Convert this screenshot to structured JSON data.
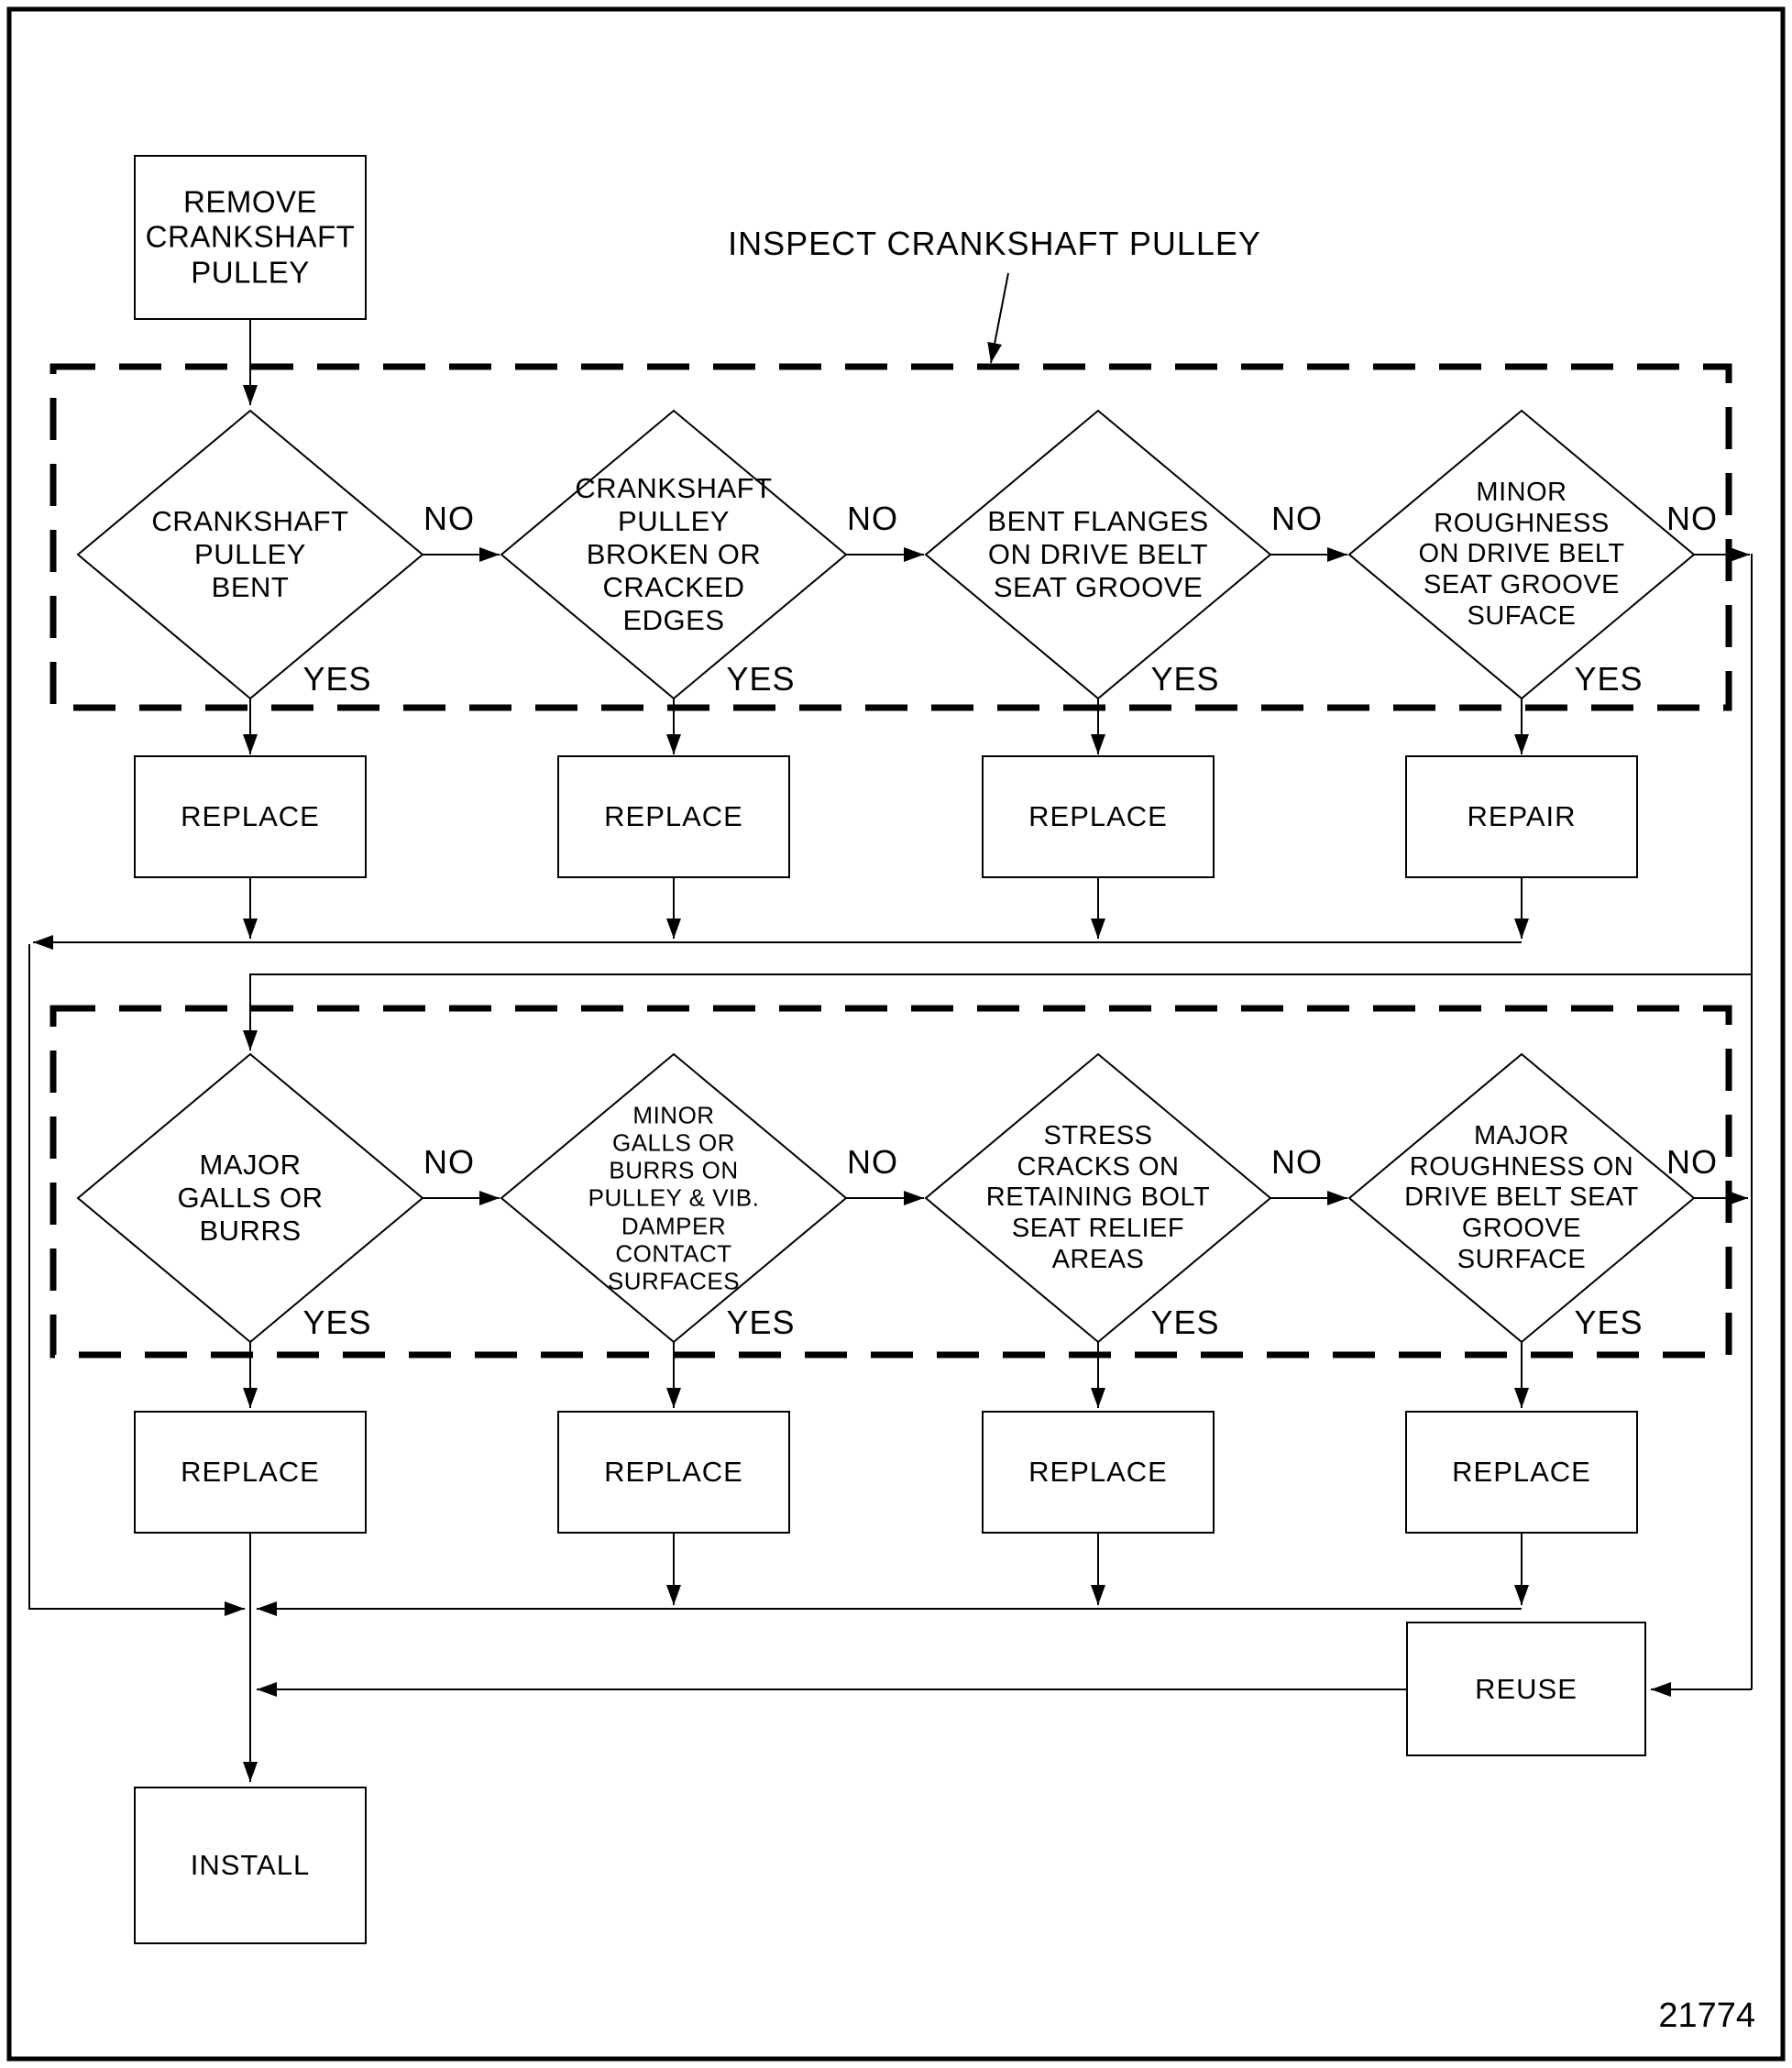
{
  "caption": {
    "inspect": "INSPECT CRANKSHAFT PULLEY"
  },
  "figure_number": "21774",
  "edge_labels": {
    "yes": "YES",
    "no": "NO"
  },
  "nodes": {
    "start": "REMOVE\nCRANKSHAFT\nPULLEY",
    "reuse": "REUSE",
    "install": "INSTALL"
  },
  "row1": {
    "decisions": [
      "CRANKSHAFT\nPULLEY\nBENT",
      "CRANKSHAFT\nPULLEY\nBROKEN OR\nCRACKED\nEDGES",
      "BENT FLANGES\nON DRIVE BELT\nSEAT GROOVE",
      "MINOR\nROUGHNESS\nON DRIVE BELT\nSEAT GROOVE\nSUFACE"
    ],
    "actions": [
      "REPLACE",
      "REPLACE",
      "REPLACE",
      "REPAIR"
    ]
  },
  "row2": {
    "decisions": [
      "MAJOR\nGALLS OR\nBURRS",
      "MINOR\nGALLS OR\nBURRS ON\nPULLEY & VIB.\nDAMPER\nCONTACT\nSURFACES",
      "STRESS\nCRACKS ON\nRETAINING BOLT\nSEAT RELIEF\nAREAS",
      "MAJOR\nROUGHNESS ON\nDRIVE BELT SEAT\nGROOVE\nSURFACE"
    ],
    "actions": [
      "REPLACE",
      "REPLACE",
      "REPLACE",
      "REPLACE"
    ]
  }
}
